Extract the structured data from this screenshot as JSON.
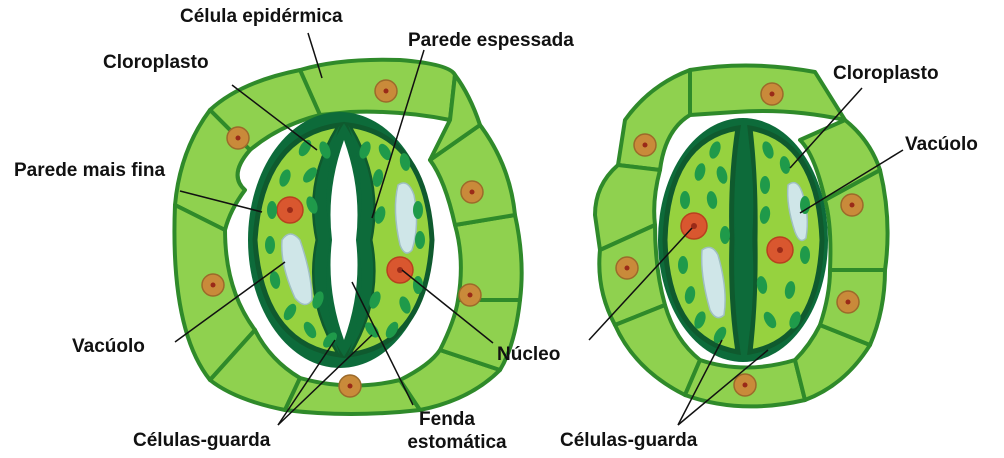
{
  "left": {
    "labels": {
      "epidermal_cell": "Célula epidérmica",
      "chloroplast": "Cloroplasto",
      "thick_wall": "Parede espessada",
      "thin_wall": "Parede mais fina",
      "vacuole": "Vacúolo",
      "nucleus": "Núcleo",
      "stomatal_pore_line1": "Fenda",
      "stomatal_pore_line2": "estomática",
      "guard_cells": "Células-guarda"
    }
  },
  "right": {
    "labels": {
      "chloroplast": "Cloroplasto",
      "vacuole": "Vacúolo",
      "guard_cells": "Células-guarda"
    }
  },
  "colors": {
    "cell_fill": "#8fd14f",
    "cell_fill_light": "#a5dc5e",
    "cell_outline": "#2f8a2a",
    "guard_fill": "#96d23f",
    "guard_outline": "#0f5a2e",
    "wall_dark": "#0d6b3a",
    "chloroplast": "#1f9a4a",
    "vacuole": "#cfe6e8",
    "nucleus_fill": "#d9572f",
    "nucleus_inner": "#9a2a18",
    "epi_nucleus": "#c98a3a",
    "line": "#111111"
  }
}
